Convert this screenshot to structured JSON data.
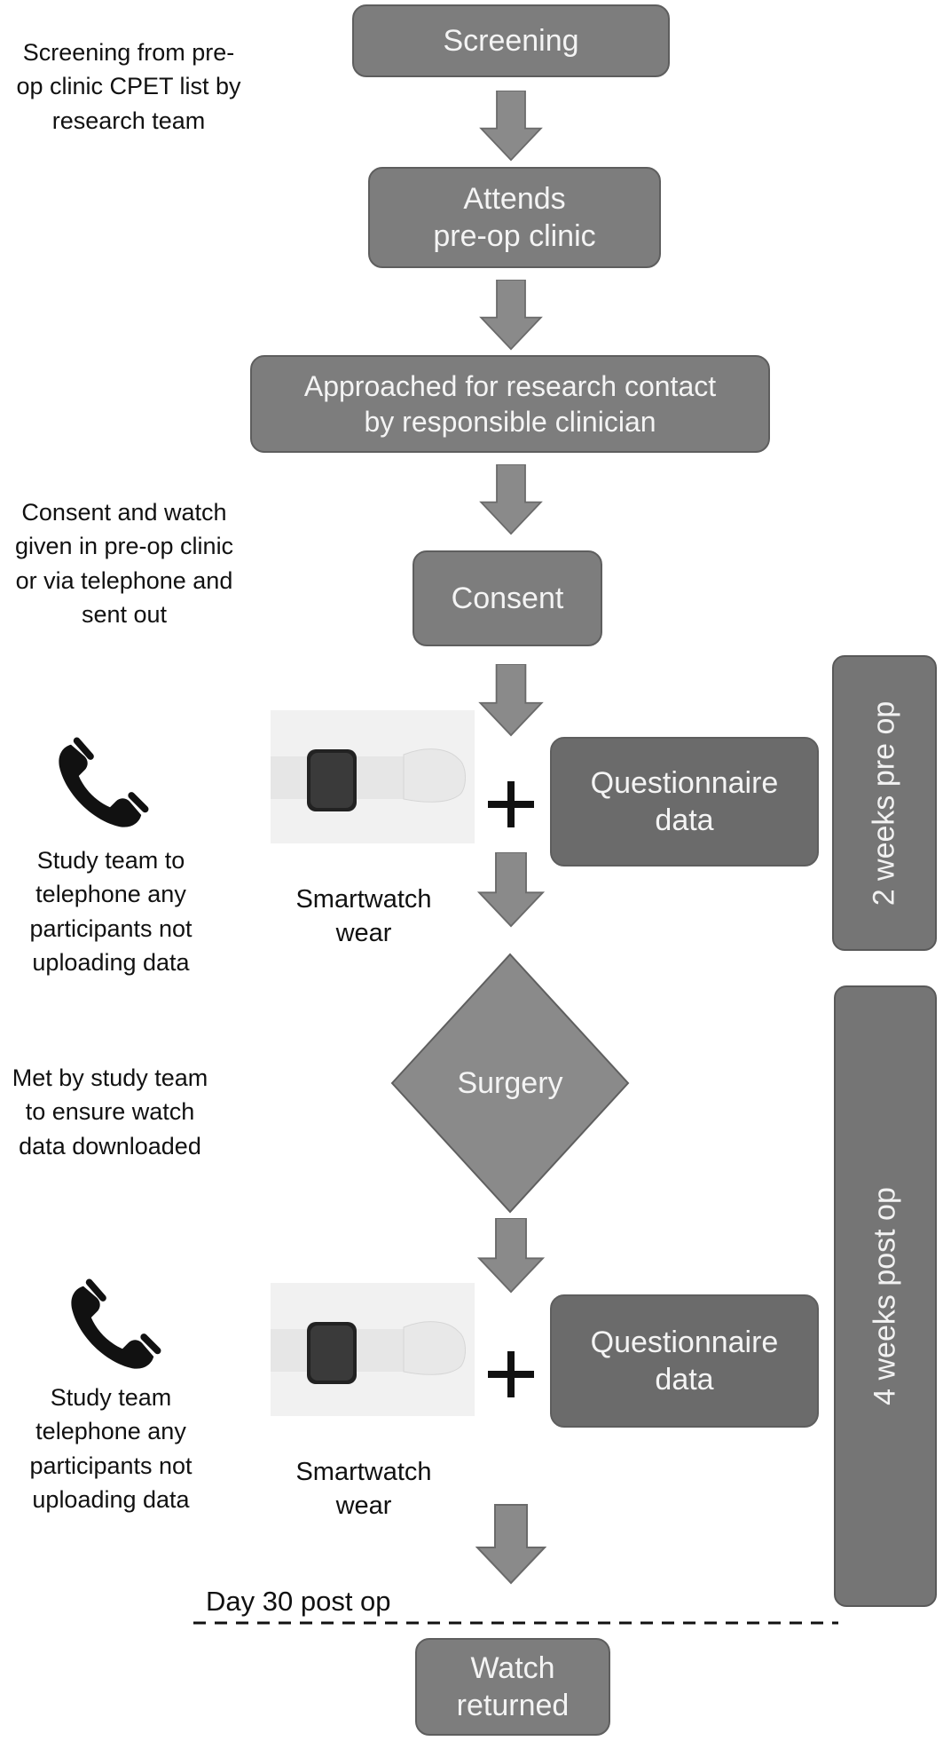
{
  "boxes": {
    "screening": "Screening",
    "attends": [
      "Attends",
      "pre-op clinic"
    ],
    "approached": [
      "Approached for research contact",
      "by responsible clinician"
    ],
    "consent": "Consent",
    "questionnaire_1": [
      "Questionnaire",
      "data"
    ],
    "surgery": "Surgery",
    "questionnaire_2": [
      "Questionnaire",
      "data"
    ],
    "watch_returned": [
      "Watch",
      "returned"
    ]
  },
  "notes": {
    "screening": [
      "Screening from pre-",
      "op clinic CPET list by",
      "research team"
    ],
    "consent": [
      "Consent and watch",
      "given in pre-op clinic",
      "or via telephone and",
      "sent out"
    ],
    "phone_1": [
      "Study team to",
      "telephone any",
      "participants not",
      "uploading data"
    ],
    "surgery": [
      "Met by study team",
      "to ensure watch",
      "data downloaded"
    ],
    "phone_2": [
      "Study team",
      "telephone any",
      "participants not",
      "uploading data"
    ]
  },
  "smartwatch": {
    "label_1": [
      "Smartwatch",
      "wear"
    ],
    "label_2": [
      "Smartwatch",
      "wear"
    ]
  },
  "timeline": {
    "pre_op": "2 weeks pre op",
    "post_op": "4 weeks post op",
    "day30": "Day 30 post op"
  },
  "icons": [
    "phone-icon",
    "smartwatch-icon",
    "plus-icon",
    "arrow-down-icon"
  ],
  "colors": {
    "box": "#7d7d7d",
    "box_dark": "#6b6b6b",
    "side_bar": "#757575",
    "arrow": "#8a8a8a"
  }
}
